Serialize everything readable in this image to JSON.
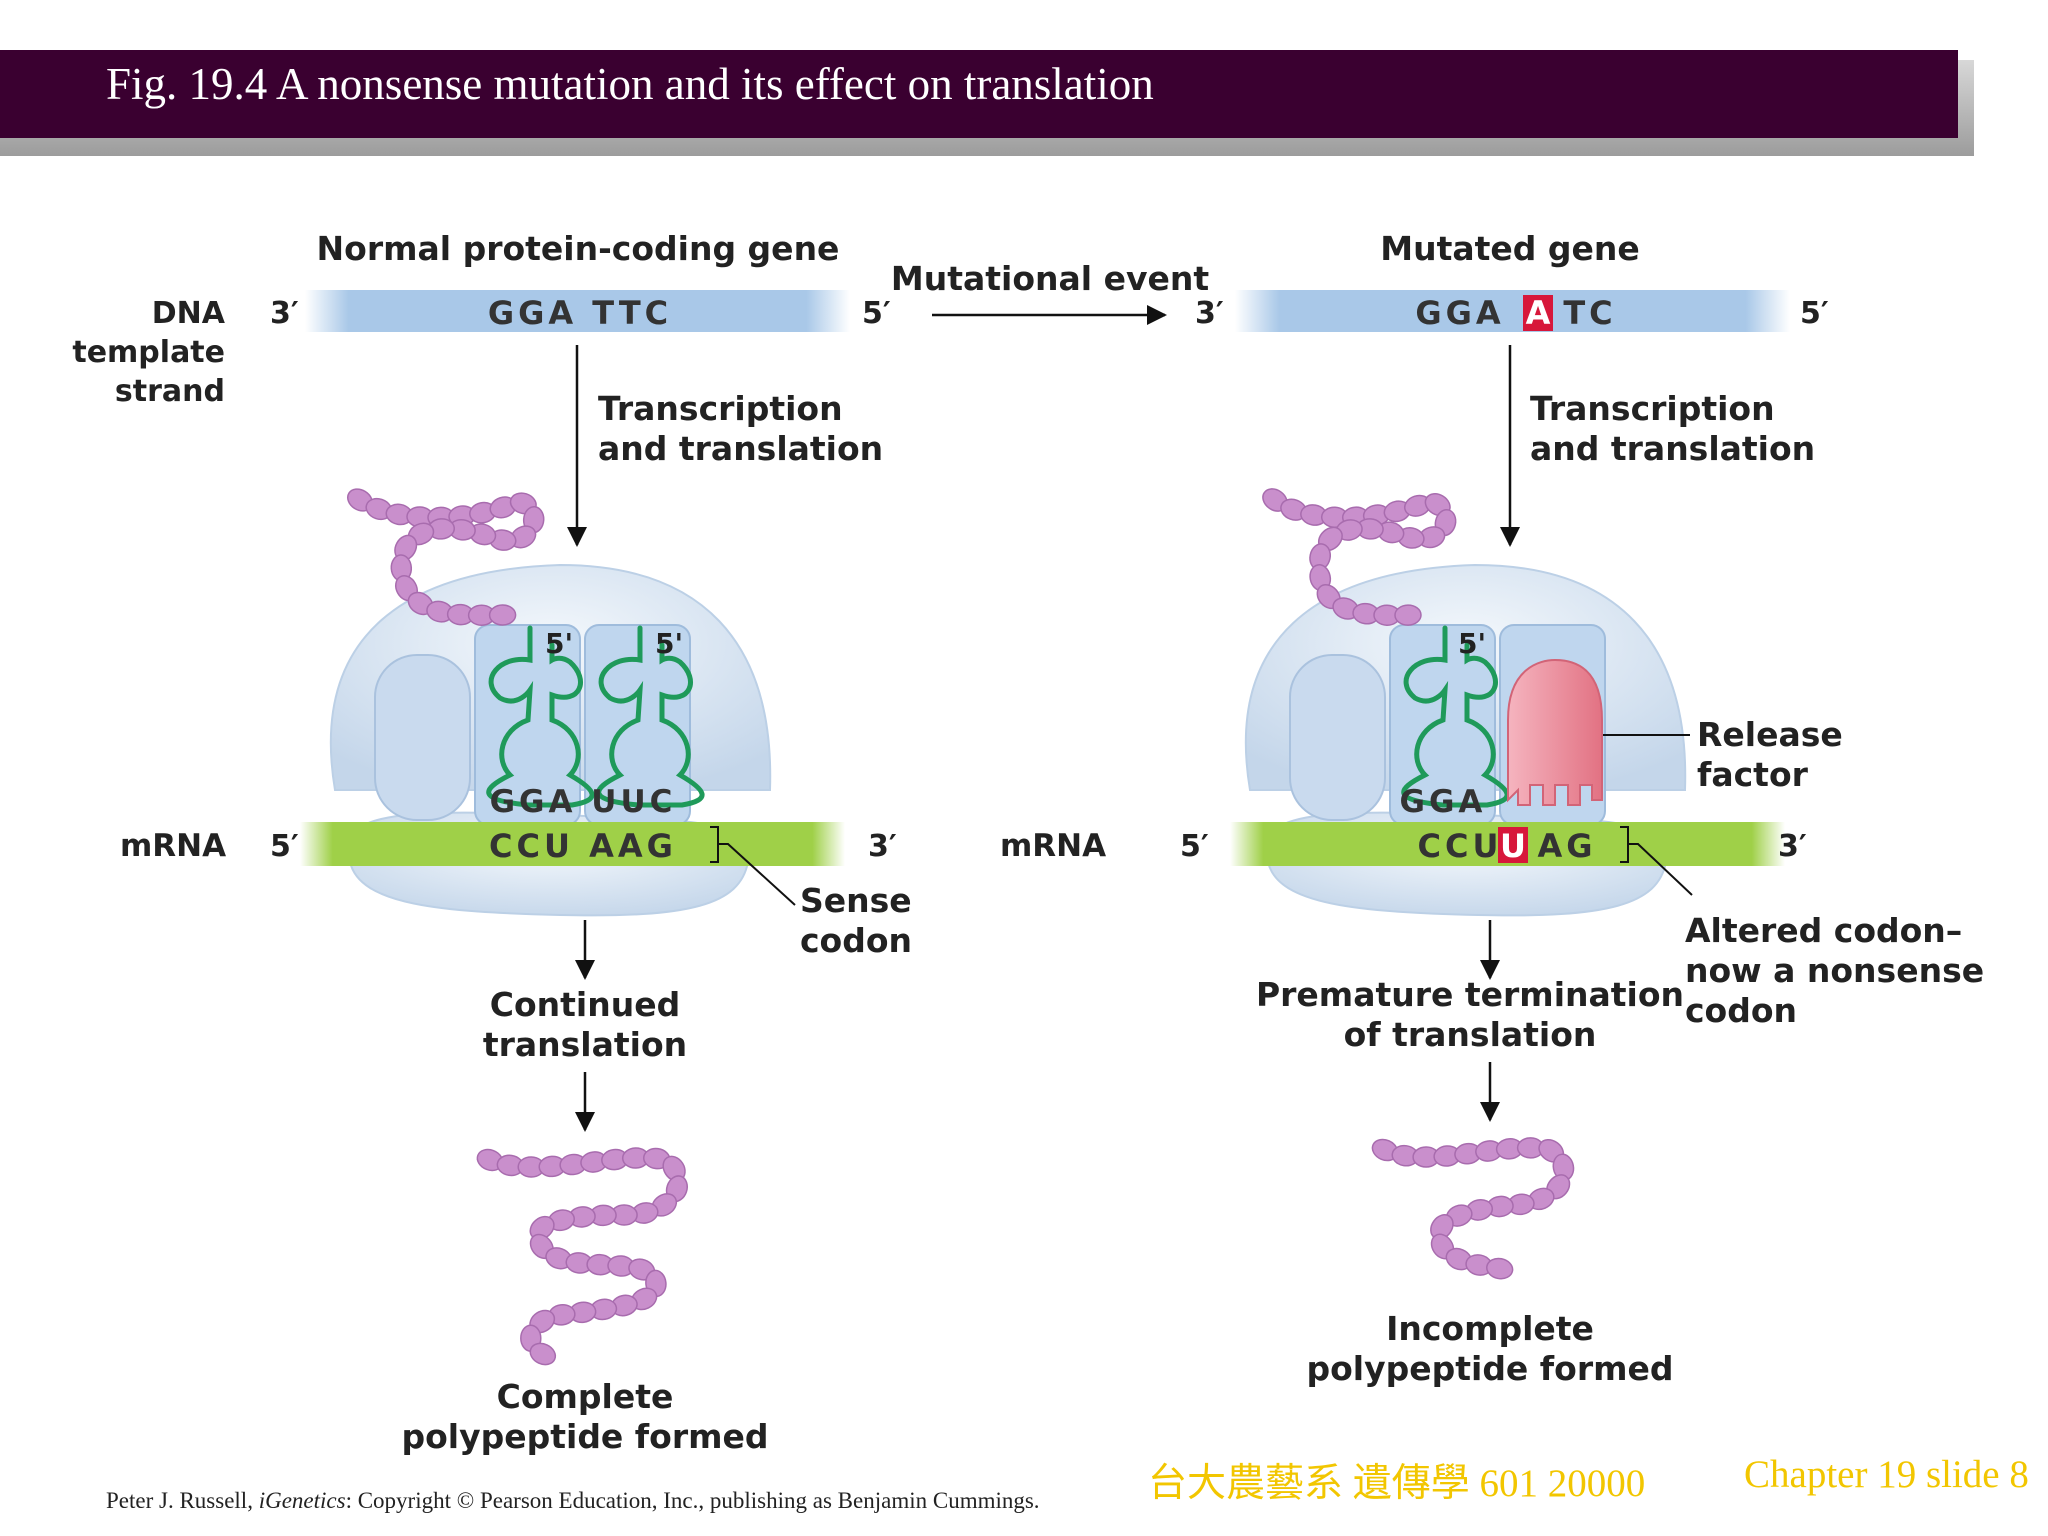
{
  "slide": {
    "title": "Fig. 19.4  A nonsense mutation and its effect on translation",
    "credit_prefix": "Peter J. Russell, ",
    "credit_italic": "iGenetics",
    "credit_suffix": ": Copyright © Pearson Education, Inc., publishing as Benjamin Cummings.",
    "course": "台大農藝系 遺傳學 601 20000",
    "slide_number": "Chapter 19 slide 8"
  },
  "diagram": {
    "left_panel": {
      "title": "Normal protein-coding gene",
      "dna_label": [
        "DNA",
        "template",
        "strand"
      ],
      "dna_3": "3′",
      "dna_seq": "GGA TTC",
      "dna_5": "5′",
      "step": [
        "Transcription",
        "and translation"
      ],
      "trna_5a": "5'",
      "trna_5b": "5'",
      "anticodons": "GGA UUC",
      "mrna_label": "mRNA",
      "mrna_5": "5′",
      "mrna_seq": "CCU AAG",
      "mrna_3": "3′",
      "codon_note": [
        "Sense",
        "codon"
      ],
      "result_step": [
        "Continued",
        "translation"
      ],
      "outcome": [
        "Complete",
        "polypeptide formed"
      ]
    },
    "mutational_event": "Mutational event",
    "right_panel": {
      "title": "Mutated gene",
      "dna_3": "3′",
      "dna_seq_pre": "GGA",
      "dna_mut": "A",
      "dna_seq_post": "TC",
      "dna_5": "5′",
      "step": [
        "Transcription",
        "and translation"
      ],
      "trna_5": "5'",
      "anticodon": "GGA",
      "release_factor": [
        "Release",
        "factor"
      ],
      "mrna_label": "mRNA",
      "mrna_5": "5′",
      "mrna_seq_pre": "CCU",
      "mrna_mut": "U",
      "mrna_seq_post": "AG",
      "mrna_3": "3′",
      "codon_note": [
        "Altered codon–",
        "now a nonsense",
        "codon"
      ],
      "result_step": [
        "Premature termination",
        "of translation"
      ],
      "outcome": [
        "Incomplete",
        "polypeptide formed"
      ]
    },
    "colors": {
      "title_bar": "#3a0030",
      "dna_strand": "#a9c8e8",
      "mrna_strand": "#9fd048",
      "ribosome": "#d9e6f3",
      "trna": "#1f9a5a",
      "polypeptide": "#c98fcc",
      "release_factor": "#e97f8e",
      "mutation_highlight": "#d7173a",
      "footer_text": "#f2c600"
    }
  }
}
